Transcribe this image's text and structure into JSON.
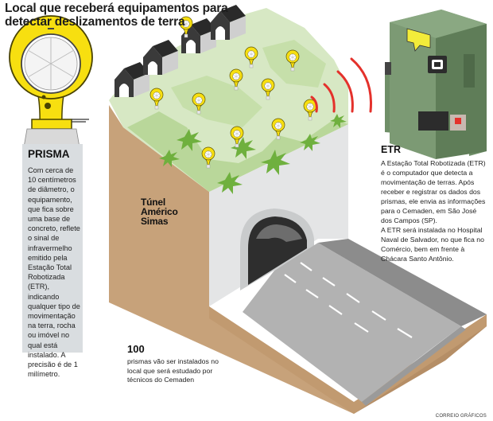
{
  "title": {
    "line1": "Local que receberá equipamentos para",
    "line2": "detectar deslizamentos de terra"
  },
  "prisma": {
    "heading": "PRISMA",
    "text": "Com cerca de 10 centímetros de diâmetro, o equipamento, que fica sobre uma base de concreto, reflete o sinal de infravermelho emitido pela Estação Total Robotizada (ETR), indicando qualquer tipo de movimentação na terra, rocha ou imóvel no qual está instalado. A precisão é de 1 milímetro."
  },
  "etr": {
    "heading": "ETR",
    "paragraph1": "A Estação Total Robotizada (ETR) é o computador que detecta a movimentação de terras. Após receber e registrar os dados dos prismas, ele envia as informações para o Cemaden, em São José dos Campos (SP).",
    "paragraph2": "A ETR será instalada no Hospital Naval de Salvador, no que fica no Comércio, bem em frente à Chácara Santo Antônio."
  },
  "tunnel": {
    "line1": "Túnel",
    "line2": "Américo",
    "line3": "Simas"
  },
  "count": {
    "number": "100",
    "text": "prismas vão ser instalados no local que será estudado por técnicos do Cemaden"
  },
  "credit": "CORREIO GRÁFICOS",
  "colors": {
    "prism_yellow": "#f7df10",
    "grass_light": "#d7e8c4",
    "grass_mid": "#b9d79a",
    "grass_dark": "#6fb03e",
    "soil": "#c7a27a",
    "etr_body": "#6f8f68",
    "signal_red": "#e4312b",
    "road": "#b2b2b2",
    "info_box": "#d9dde0"
  },
  "icons": {
    "prism": "prism-icon",
    "house": "house-icon",
    "etr_device": "etr-device-icon",
    "signal": "signal-waves-icon"
  }
}
